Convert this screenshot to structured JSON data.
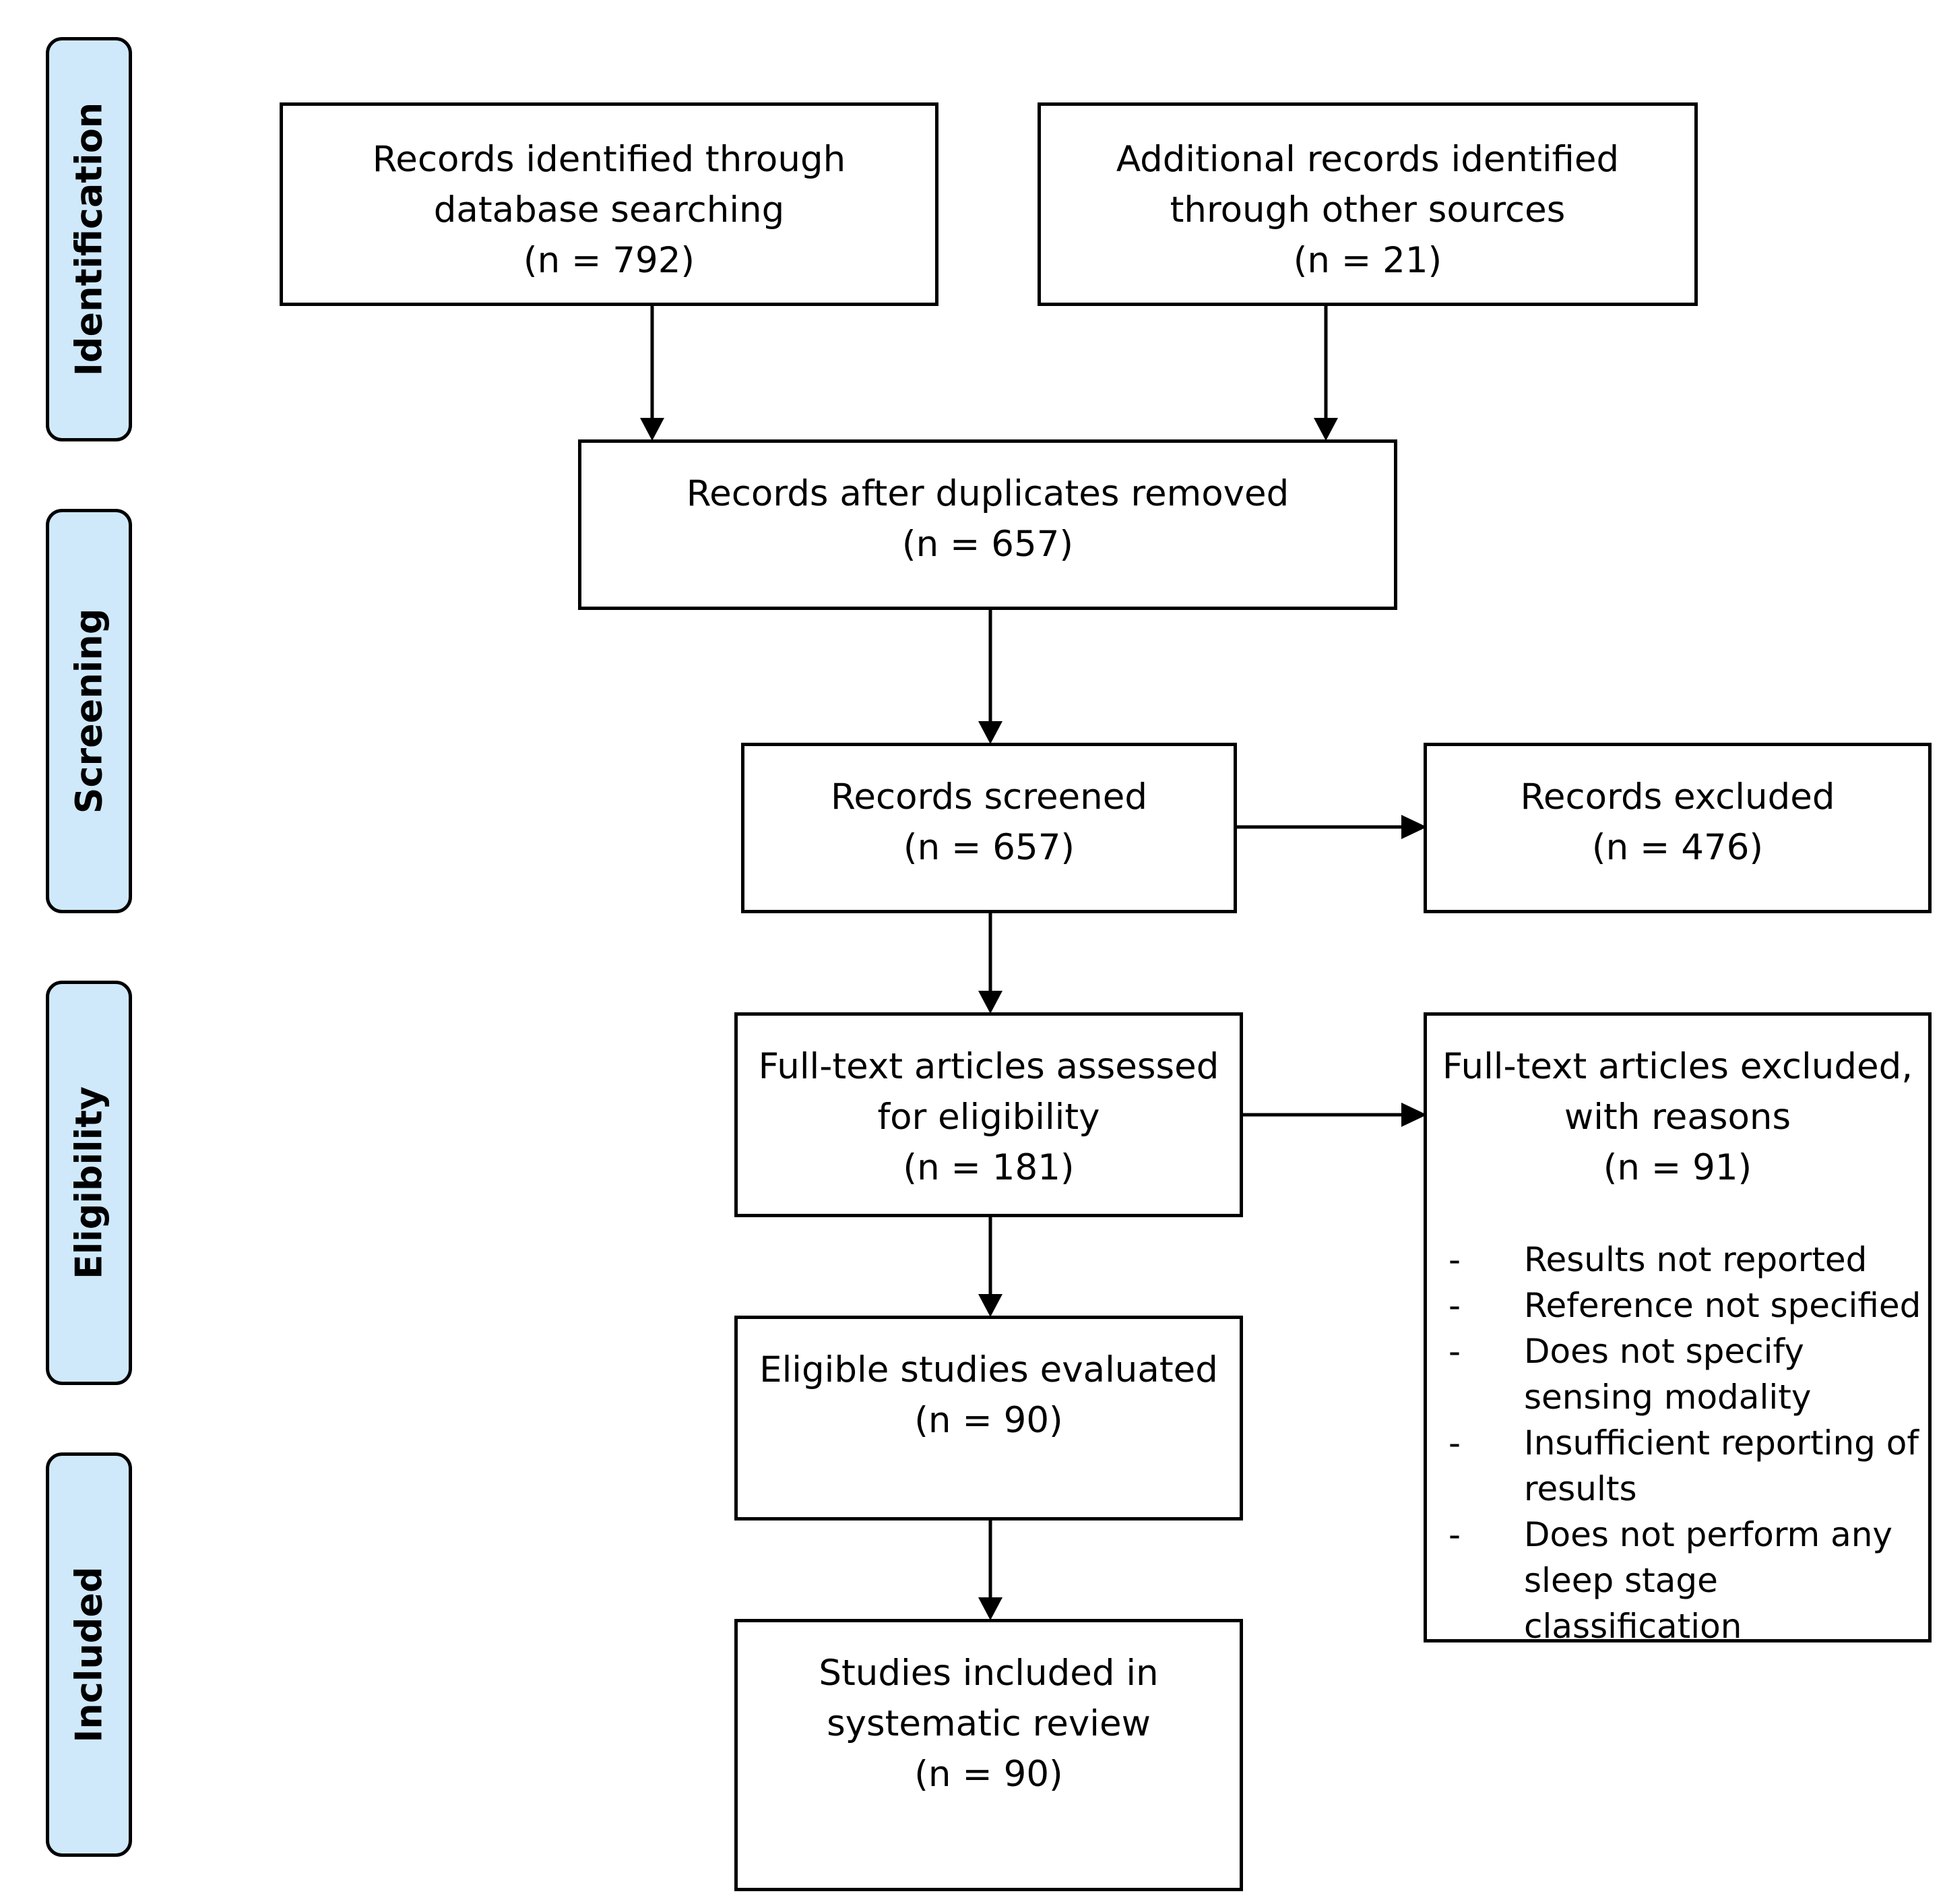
{
  "phases": {
    "identification": "Identification",
    "screening": "Screening",
    "eligibility": "Eligibility",
    "included": "Included"
  },
  "boxes": {
    "database": {
      "line1": "Records identified through",
      "line2": "database searching",
      "line3": "(n =  792)"
    },
    "other_sources": {
      "line1": "Additional records identified",
      "line2": "through other sources",
      "line3": "(n = 21)"
    },
    "duplicates_removed": {
      "line1": "Records after duplicates removed",
      "line2": "(n = 657)"
    },
    "screened": {
      "line1": "Records screened",
      "line2": "(n = 657)"
    },
    "excluded": {
      "line1": "Records excluded",
      "line2": "(n = 476)"
    },
    "fulltext_assessed": {
      "line1": "Full-text articles assessed",
      "line2": "for eligibility",
      "line3": "(n = 181)"
    },
    "fulltext_excluded": {
      "line1": "Full-text articles excluded,",
      "line2": "with reasons",
      "line3": "(n = 91)",
      "reasons": [
        "Results not reported",
        "Reference not specified",
        "Does not specify sensing modality",
        "Insufficient reporting of results",
        "Does not perform any sleep stage classification"
      ],
      "bullet": "-"
    },
    "eligible_evaluated": {
      "line1": "Eligible studies evaluated",
      "line2": "(n = 90)"
    },
    "included": {
      "line1": "Studies included in",
      "line2": "systematic review",
      "line3": "(n = 90)"
    }
  }
}
